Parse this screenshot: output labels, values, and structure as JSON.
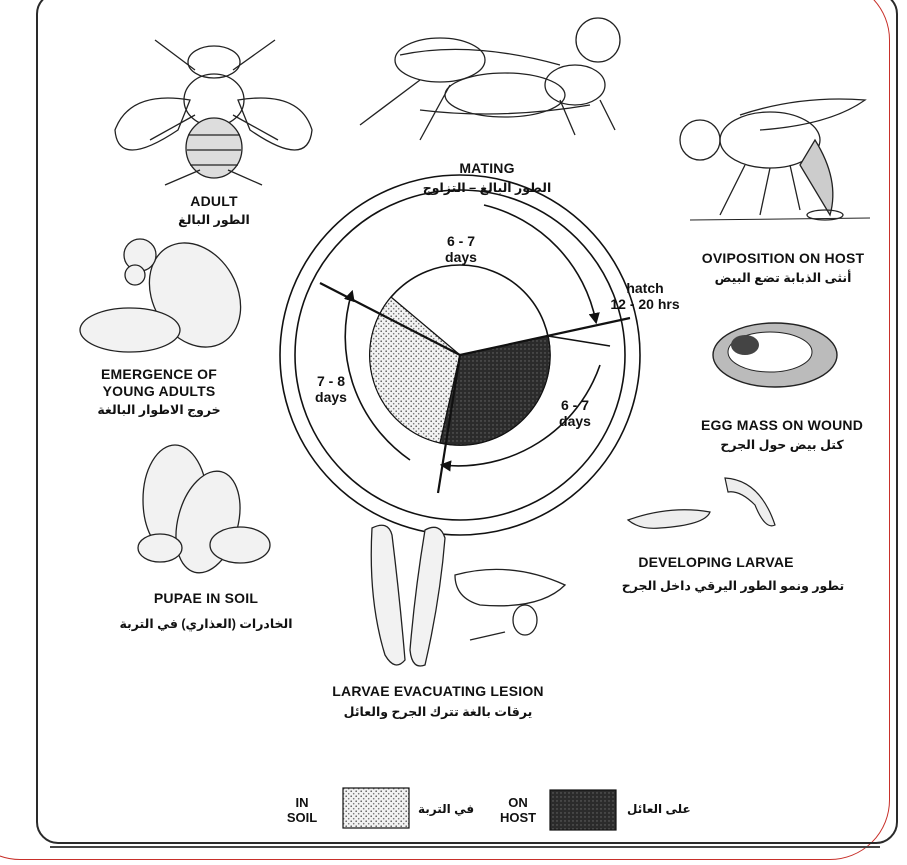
{
  "stages": {
    "adult": {
      "en": "ADULT",
      "ar": "الطور البالغ"
    },
    "mating": {
      "en": "MATING",
      "ar": "الطور البالغ – التزاوج"
    },
    "oviposition": {
      "en": "OVIPOSITION ON HOST",
      "ar": "أنثى الذبابة تضع البيض"
    },
    "egg_mass": {
      "en": "EGG MASS ON WOUND",
      "ar": "كتل بيض حول الجرح"
    },
    "developing_larvae": {
      "en": "DEVELOPING LARVAE",
      "ar": "تطور ونمو الطور اليرقي داخل الجرح"
    },
    "larvae_evacuating": {
      "en": "LARVAE EVACUATING LESION",
      "ar": "يرقات بالغة تترك الجرح والعائل"
    },
    "pupae": {
      "en": "PUPAE IN SOIL",
      "ar": "الخادرات (العذاري) في التربة"
    },
    "emergence": {
      "en_line1": "EMERGENCE OF",
      "en_line2": "YOUNG ADULTS",
      "ar": "خروج الاطوار البالغة"
    }
  },
  "cycle": {
    "top_l1": "6 - 7",
    "top_l2": "days",
    "hatch_l1": "hatch",
    "hatch_l2": "12 - 20 hrs",
    "right_l1": "6 - 7",
    "right_l2": "days",
    "left_l1": "7 - 8",
    "left_l2": "days"
  },
  "legend": {
    "in_l1": "IN",
    "in_l2": "SOIL",
    "in_ar": "في التربة",
    "on_l1": "ON",
    "on_l2": "HOST",
    "on_ar": "على العائل"
  },
  "colors": {
    "frame": "#c8302a",
    "ink": "#111111",
    "on_host_fill": "#2b2b2b",
    "in_soil_fill": "#e4e4e4"
  }
}
